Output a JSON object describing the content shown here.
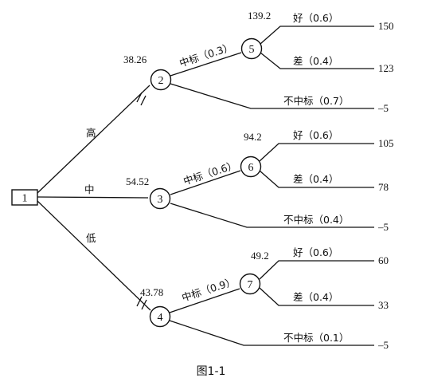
{
  "decision_node": "1",
  "chance_nodes": {
    "n2": "2",
    "n3": "3",
    "n4": "4",
    "n5": "5",
    "n6": "6",
    "n7": "7"
  },
  "alternatives": {
    "high": "高",
    "mid": "中",
    "low": "低"
  },
  "expected_values": {
    "n2": "38.26",
    "n3": "54.52",
    "n4": "43.78",
    "n5": "139.2",
    "n6": "94.2",
    "n7": "49.2"
  },
  "branch_labels": {
    "win_2": "中标（0.3）",
    "lose_2": "不中标（0.7）",
    "win_3": "中标（0.6）",
    "lose_3": "不中标（0.4）",
    "win_4": "中标（0.9）",
    "lose_4": "不中标（0.1）",
    "good_5": "好（0.6）",
    "bad_5": "差（0.4）",
    "good_6": "好（0.6）",
    "bad_6": "差（0.4）",
    "good_7": "好（0.6）",
    "bad_7": "差（0.4）"
  },
  "payoffs": {
    "p5_good": "150",
    "p5_bad": "123",
    "p2_lose": "–5",
    "p6_good": "105",
    "p6_bad": "78",
    "p3_lose": "–5",
    "p7_good": "60",
    "p7_bad": "33",
    "p4_lose": "–5"
  },
  "caption": "图1-1"
}
